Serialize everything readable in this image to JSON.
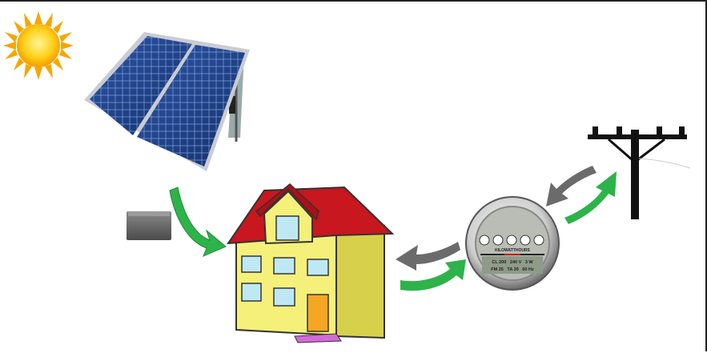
{
  "title": "Grid-tied solar power system",
  "meter": {
    "label": "KILOWATTHOURS",
    "spec_line1": "CL 200   240 V   3 W",
    "spec_line2": "FM 25   TA 30   60 Hz"
  },
  "colors": {
    "arrow_green": "#2db34a",
    "arrow_gray": "#6b6b6b",
    "roof": "#c8171e",
    "wall": "#f5f07a",
    "sun": "#f7b500",
    "panel": "#1e3f8a"
  }
}
